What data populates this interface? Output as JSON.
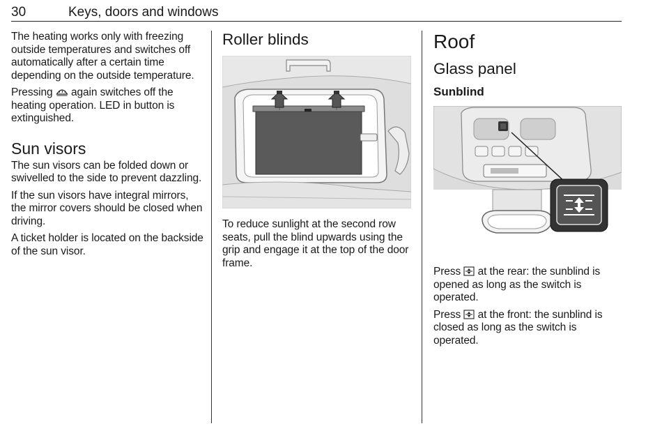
{
  "header": {
    "page_number": "30",
    "chapter_title": "Keys, doors and windows"
  },
  "column1": {
    "para1": "The heating works only with freezing outside temperatures and switches off automatically after a certain time depending on the outside temperature.",
    "para2_before": "Pressing",
    "para2_after": "again switches off the heating operation. LED in button is extinguished.",
    "heading_sun_visors": "Sun visors",
    "para3": "The sun visors can be folded down or swivelled to the side to prevent dazzling.",
    "para4": "If the sun visors have integral mirrors, the mirror covers should be closed when driving.",
    "para5": "A ticket holder is located on the backside of the sun visor."
  },
  "column2": {
    "heading_roller_blinds": "Roller blinds",
    "caption": "To reduce sunlight at the second row seats, pull the blind upwards using the grip and engage it at the top of the door frame."
  },
  "column3": {
    "heading_roof": "Roof",
    "heading_glass_panel": "Glass panel",
    "heading_sunblind": "Sunblind",
    "para1_before": "Press",
    "para1_after": "at the rear: the sunblind is opened as long as the switch is operated.",
    "para2_before": "Press",
    "para2_after": "at the front: the sunblind is closed as long as the switch is operated."
  },
  "icons": {
    "heated_window": "heated-rear-window-icon",
    "sunblind_switch": "sunblind-switch-icon"
  }
}
